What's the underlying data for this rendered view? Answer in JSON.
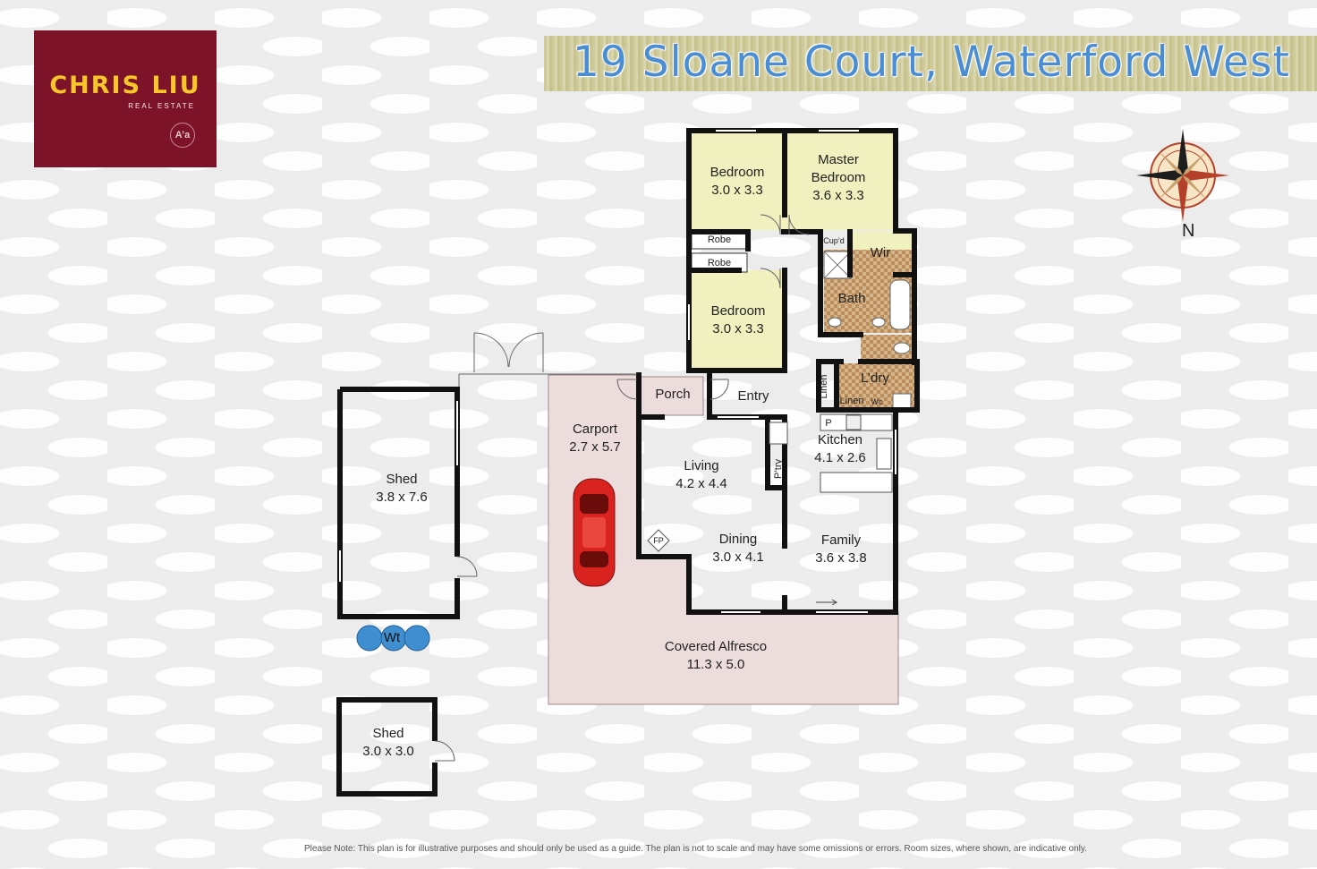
{
  "logo": {
    "brand": "CHRIS LIU",
    "subtitle": "REAL ESTATE",
    "badge": "A’a",
    "bg_color": "#7d1329",
    "text_color": "#f7c62b"
  },
  "title": "19 Sloane Court, Waterford West",
  "compass": {
    "north": "N",
    "icon": "compass-rose-icon"
  },
  "rooms": {
    "bedroom1": {
      "name": "Bedroom",
      "size": "3.0 x 3.3"
    },
    "master": {
      "name1": "Master",
      "name2": "Bedroom",
      "size": "3.6 x 3.3"
    },
    "robe1": "Robe",
    "robe2": "Robe",
    "cupd": "Cup’d",
    "wir": "Wir",
    "bath": "Bath",
    "bedroom2": {
      "name": "Bedroom",
      "size": "3.0 x 3.3"
    },
    "ldry": "L’dry",
    "linen_v": "Linen",
    "linen": "Linen",
    "wc": "Wc",
    "porch": "Porch",
    "entry": "Entry",
    "carport": {
      "name": "Carport",
      "size": "2.7 x 5.7"
    },
    "living": {
      "name": "Living",
      "size": "4.2 x 4.4"
    },
    "ptry": "P’try",
    "p": "P",
    "kitchen": {
      "name": "Kitchen",
      "size": "4.1 x 2.6"
    },
    "fp": "FP",
    "dining": {
      "name": "Dining",
      "size": "3.0 x 4.1"
    },
    "family": {
      "name": "Family",
      "size": "3.6 x 3.8"
    },
    "alfresco": {
      "name": "Covered Alfresco",
      "size": "11.3 x 5.0"
    },
    "shed1": {
      "name": "Shed",
      "size": "3.8 x 7.6"
    },
    "wt": "Wt",
    "shed2": {
      "name": "Shed",
      "size": "3.0 x 3.0"
    }
  },
  "colors": {
    "bedroom_fill": "#f1f0bf",
    "alfresco_fill": "#eddcdc",
    "wet_tile": "#c8a26d",
    "wall": "#111111",
    "water_tank": "#3f8fd0",
    "car": "#d9231f"
  },
  "note": "Please Note: This plan is for illustrative purposes and should only be used as a guide. The plan is not to scale and may have some omissions or errors. Room sizes, where shown, are indicative only."
}
